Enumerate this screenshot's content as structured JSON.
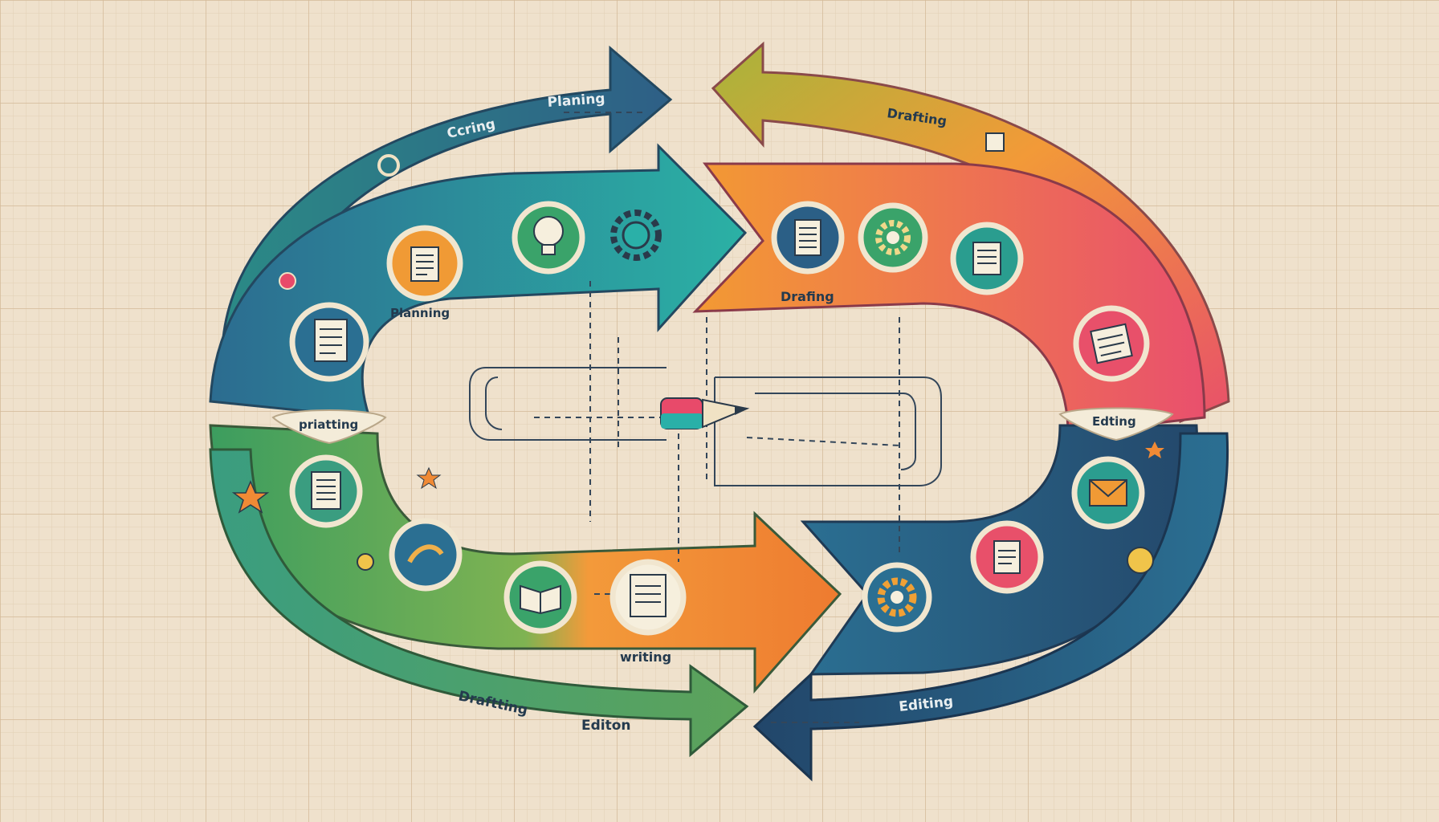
{
  "labels": {
    "outer_top_left_1": "Ccring",
    "outer_top_left_2": "Planing",
    "outer_top_right": "Drafting",
    "inner_top_left": "Planning",
    "inner_top_right": "Drafing",
    "badge_left": "priatting",
    "badge_right": "Edting",
    "inner_bottom": "writing",
    "outer_bottom_left_1": "Draftting",
    "outer_bottom_left_2": "Editon",
    "outer_bottom_right": "Editing"
  },
  "colors": {
    "background": "#efe1cc",
    "grid": "#d9c3a6",
    "teal_blue": "#2f6f8f",
    "teal": "#2aa39a",
    "green": "#5a9f55",
    "orange": "#f08a35",
    "pink": "#e8516a",
    "navy": "#285a7c",
    "olive": "#a8b43a"
  },
  "icons": [
    "document-icon",
    "lightbulb-icon",
    "gear-icon",
    "document-icon",
    "gear-icon",
    "document-icon",
    "checklist-icon",
    "document-icon",
    "document-icon",
    "pen-icon",
    "book-icon",
    "notepad-icon",
    "envelope-icon",
    "edit-document-icon",
    "gear-icon",
    "pencil-icon"
  ]
}
